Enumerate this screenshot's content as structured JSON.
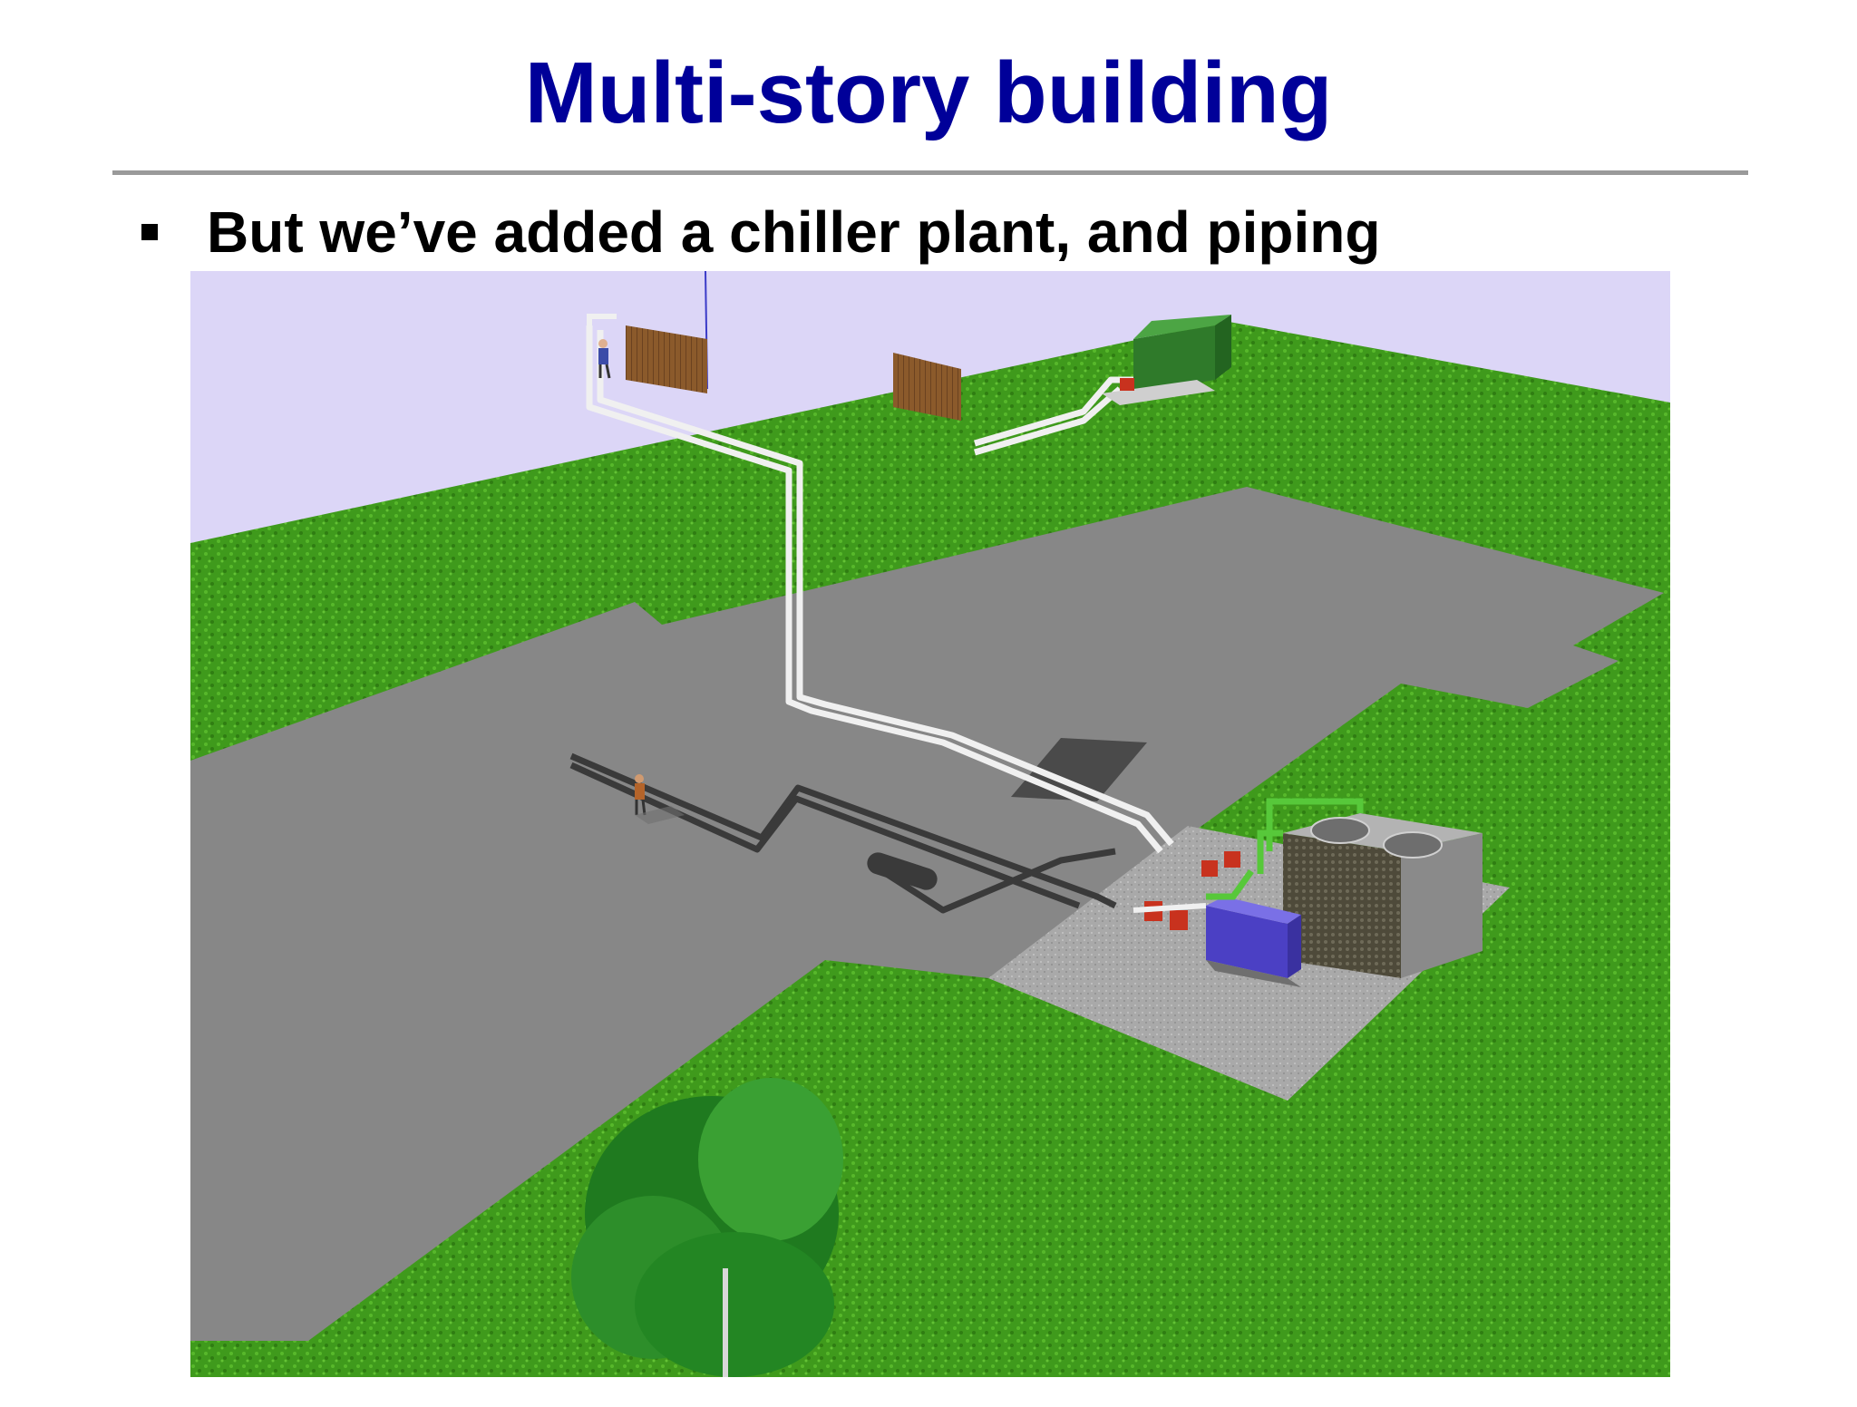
{
  "slide": {
    "title": "Multi-story building",
    "bullets": [
      {
        "text": "But we’ve added a chiller plant, and piping"
      }
    ]
  },
  "figure": {
    "type": "3d-rendering",
    "colors": {
      "sky": "#dcd6f7",
      "grass": "#3f9a1c",
      "slab": "#878787",
      "gravel_pad": "#a6a6a6",
      "pipe": "#eeeeee",
      "chiller": "#5a4fd0",
      "pump": "#c8321e",
      "cooling_tower": "#8a8a8a",
      "coil": "#8b5a2b",
      "tree": "#1f7a1f"
    },
    "icons": [
      "chiller-icon",
      "cooling-tower-icon",
      "pump-icon",
      "air-handler-icon",
      "person-icon",
      "tree-icon"
    ]
  }
}
